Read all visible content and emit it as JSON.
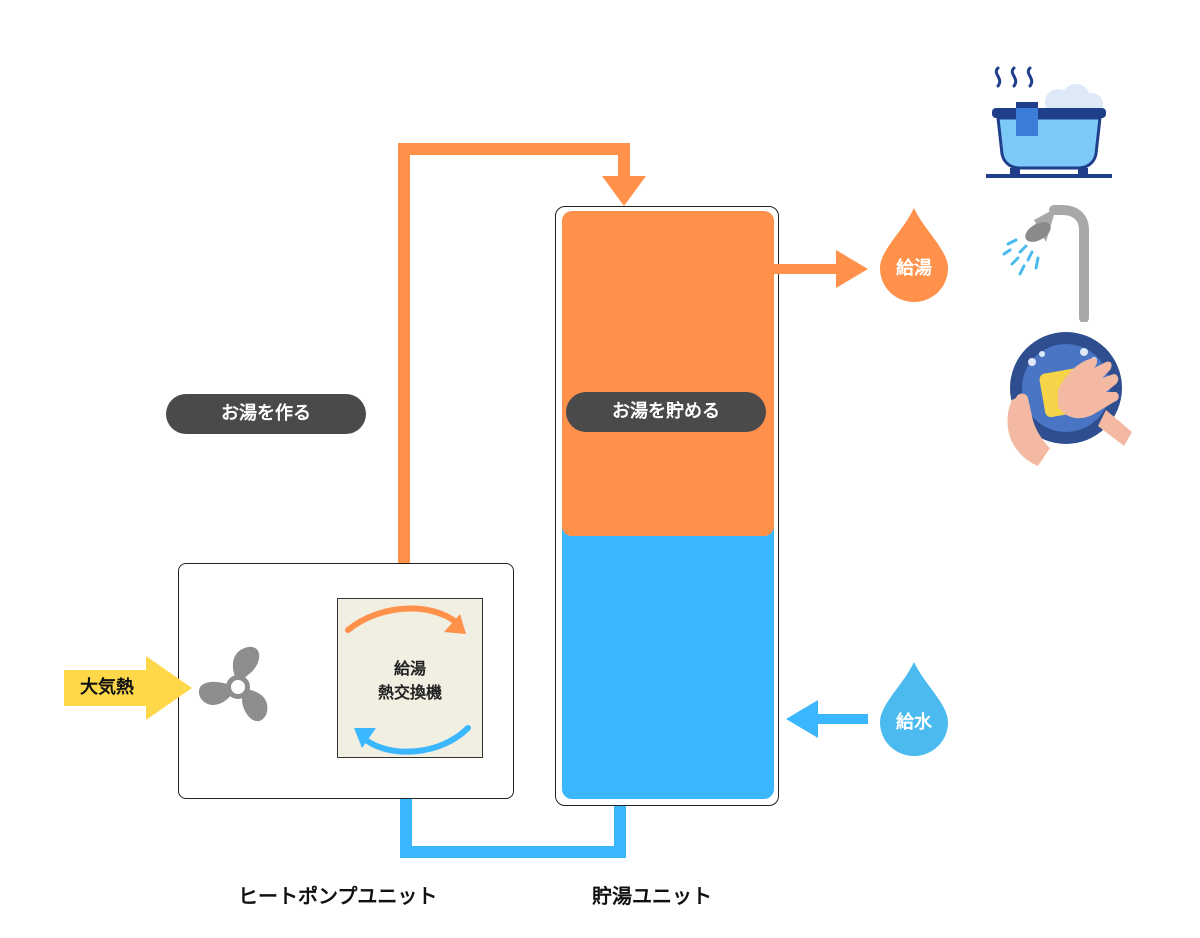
{
  "labels": {
    "make_hot_water": "お湯を作る",
    "store_hot_water": "お湯を貯める",
    "hot_water_supply": "給湯",
    "water_supply": "給水",
    "air_heat": "大気熱",
    "heat_exchanger_line1": "給湯",
    "heat_exchanger_line2": "熱交換機",
    "heat_pump_unit": "ヒートポンプユニット",
    "storage_unit": "貯湯ユニット"
  },
  "colors": {
    "hot": "#FF914A",
    "cold": "#3BB7FF",
    "pill": "#4A4A4A",
    "air_arrow": "#FFD84A",
    "fan": "#8E8E8E"
  },
  "icons": {
    "fan": "fan-icon",
    "bathtub": "bathtub-icon",
    "shower": "shower-icon",
    "dish_washing": "dish-washing-icon"
  }
}
